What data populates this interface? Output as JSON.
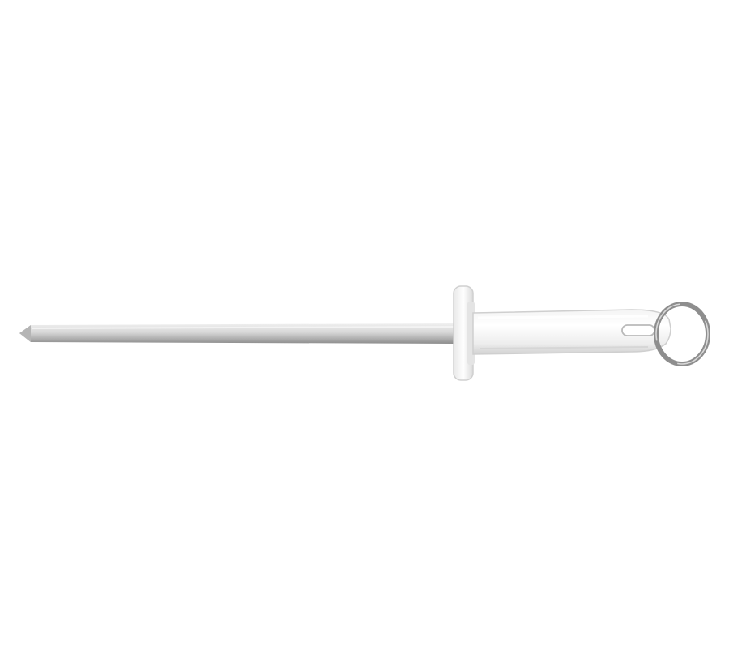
{
  "scene": {
    "background_color": "#ffffff",
    "subject": "sharpening-steel",
    "colors": {
      "rod_light": "#e6e6e6",
      "rod_mid": "#c9c9c9",
      "rod_dark": "#9a9a9a",
      "handle_light": "#ffffff",
      "handle_shadow": "#dcdcdc",
      "handle_edge": "#c4c4c4",
      "ring_metal": "#8e8e8e",
      "ring_highlight": "#d8d8d8"
    },
    "icons": [
      "sharpening-steel-rod",
      "guard",
      "handle",
      "hanging-ring"
    ]
  }
}
